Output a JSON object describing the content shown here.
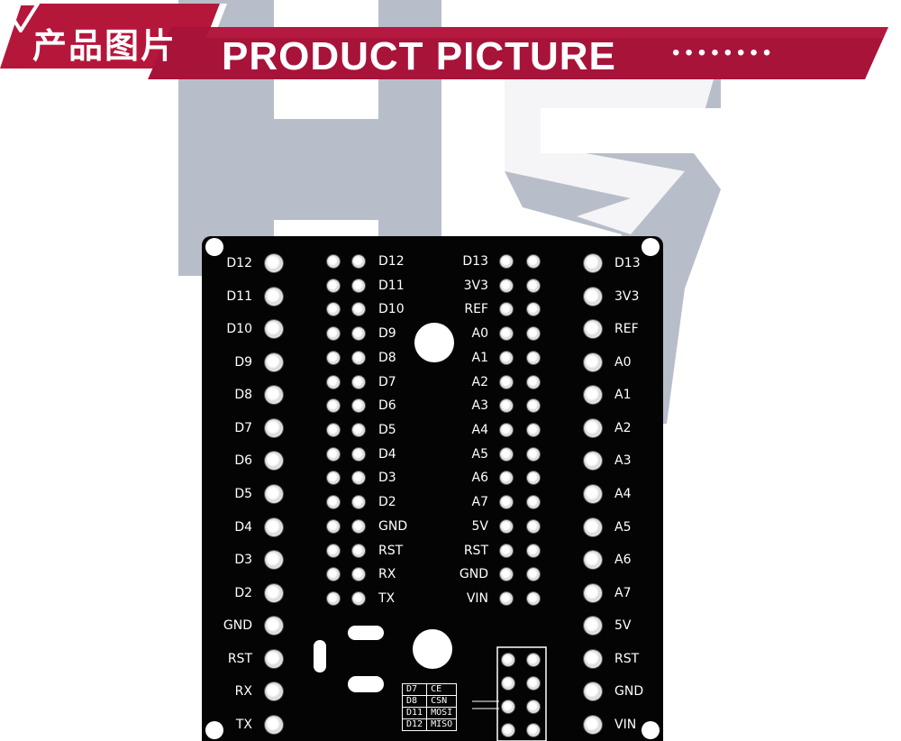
{
  "header": {
    "title_cn": "产品图片",
    "title_en": "PRODUCT PICTURE",
    "dots": "••••••••",
    "icon": "down-triangle-icon",
    "colors": {
      "band": "#b5173b",
      "band_dark": "#8e0f2c",
      "text": "#ffffff"
    }
  },
  "watermark": {
    "text": "HS",
    "color": "#b7bdc8"
  },
  "board": {
    "color": "#040404",
    "outer_left": [
      "D12",
      "D11",
      "D10",
      "D9",
      "D8",
      "D7",
      "D6",
      "D5",
      "D4",
      "D3",
      "D2",
      "GND",
      "RST",
      "RX",
      "TX"
    ],
    "inner_left": [
      "D12",
      "D11",
      "D10",
      "D9",
      "D8",
      "D7",
      "D6",
      "D5",
      "D4",
      "D3",
      "D2",
      "GND",
      "RST",
      "RX",
      "TX"
    ],
    "inner_right": [
      "D13",
      "3V3",
      "REF",
      "A0",
      "A1",
      "A2",
      "A3",
      "A4",
      "A5",
      "A6",
      "A7",
      "5V",
      "RST",
      "GND",
      "VIN"
    ],
    "outer_right": [
      "D13",
      "3V3",
      "REF",
      "A0",
      "A1",
      "A2",
      "A3",
      "A4",
      "A5",
      "A6",
      "A7",
      "5V",
      "RST",
      "GND",
      "VIN"
    ],
    "spi_table": [
      [
        "D7",
        "CE"
      ],
      [
        "D8",
        "CSN"
      ],
      [
        "D11",
        "MOSI"
      ],
      [
        "D12",
        "MISO"
      ]
    ]
  }
}
